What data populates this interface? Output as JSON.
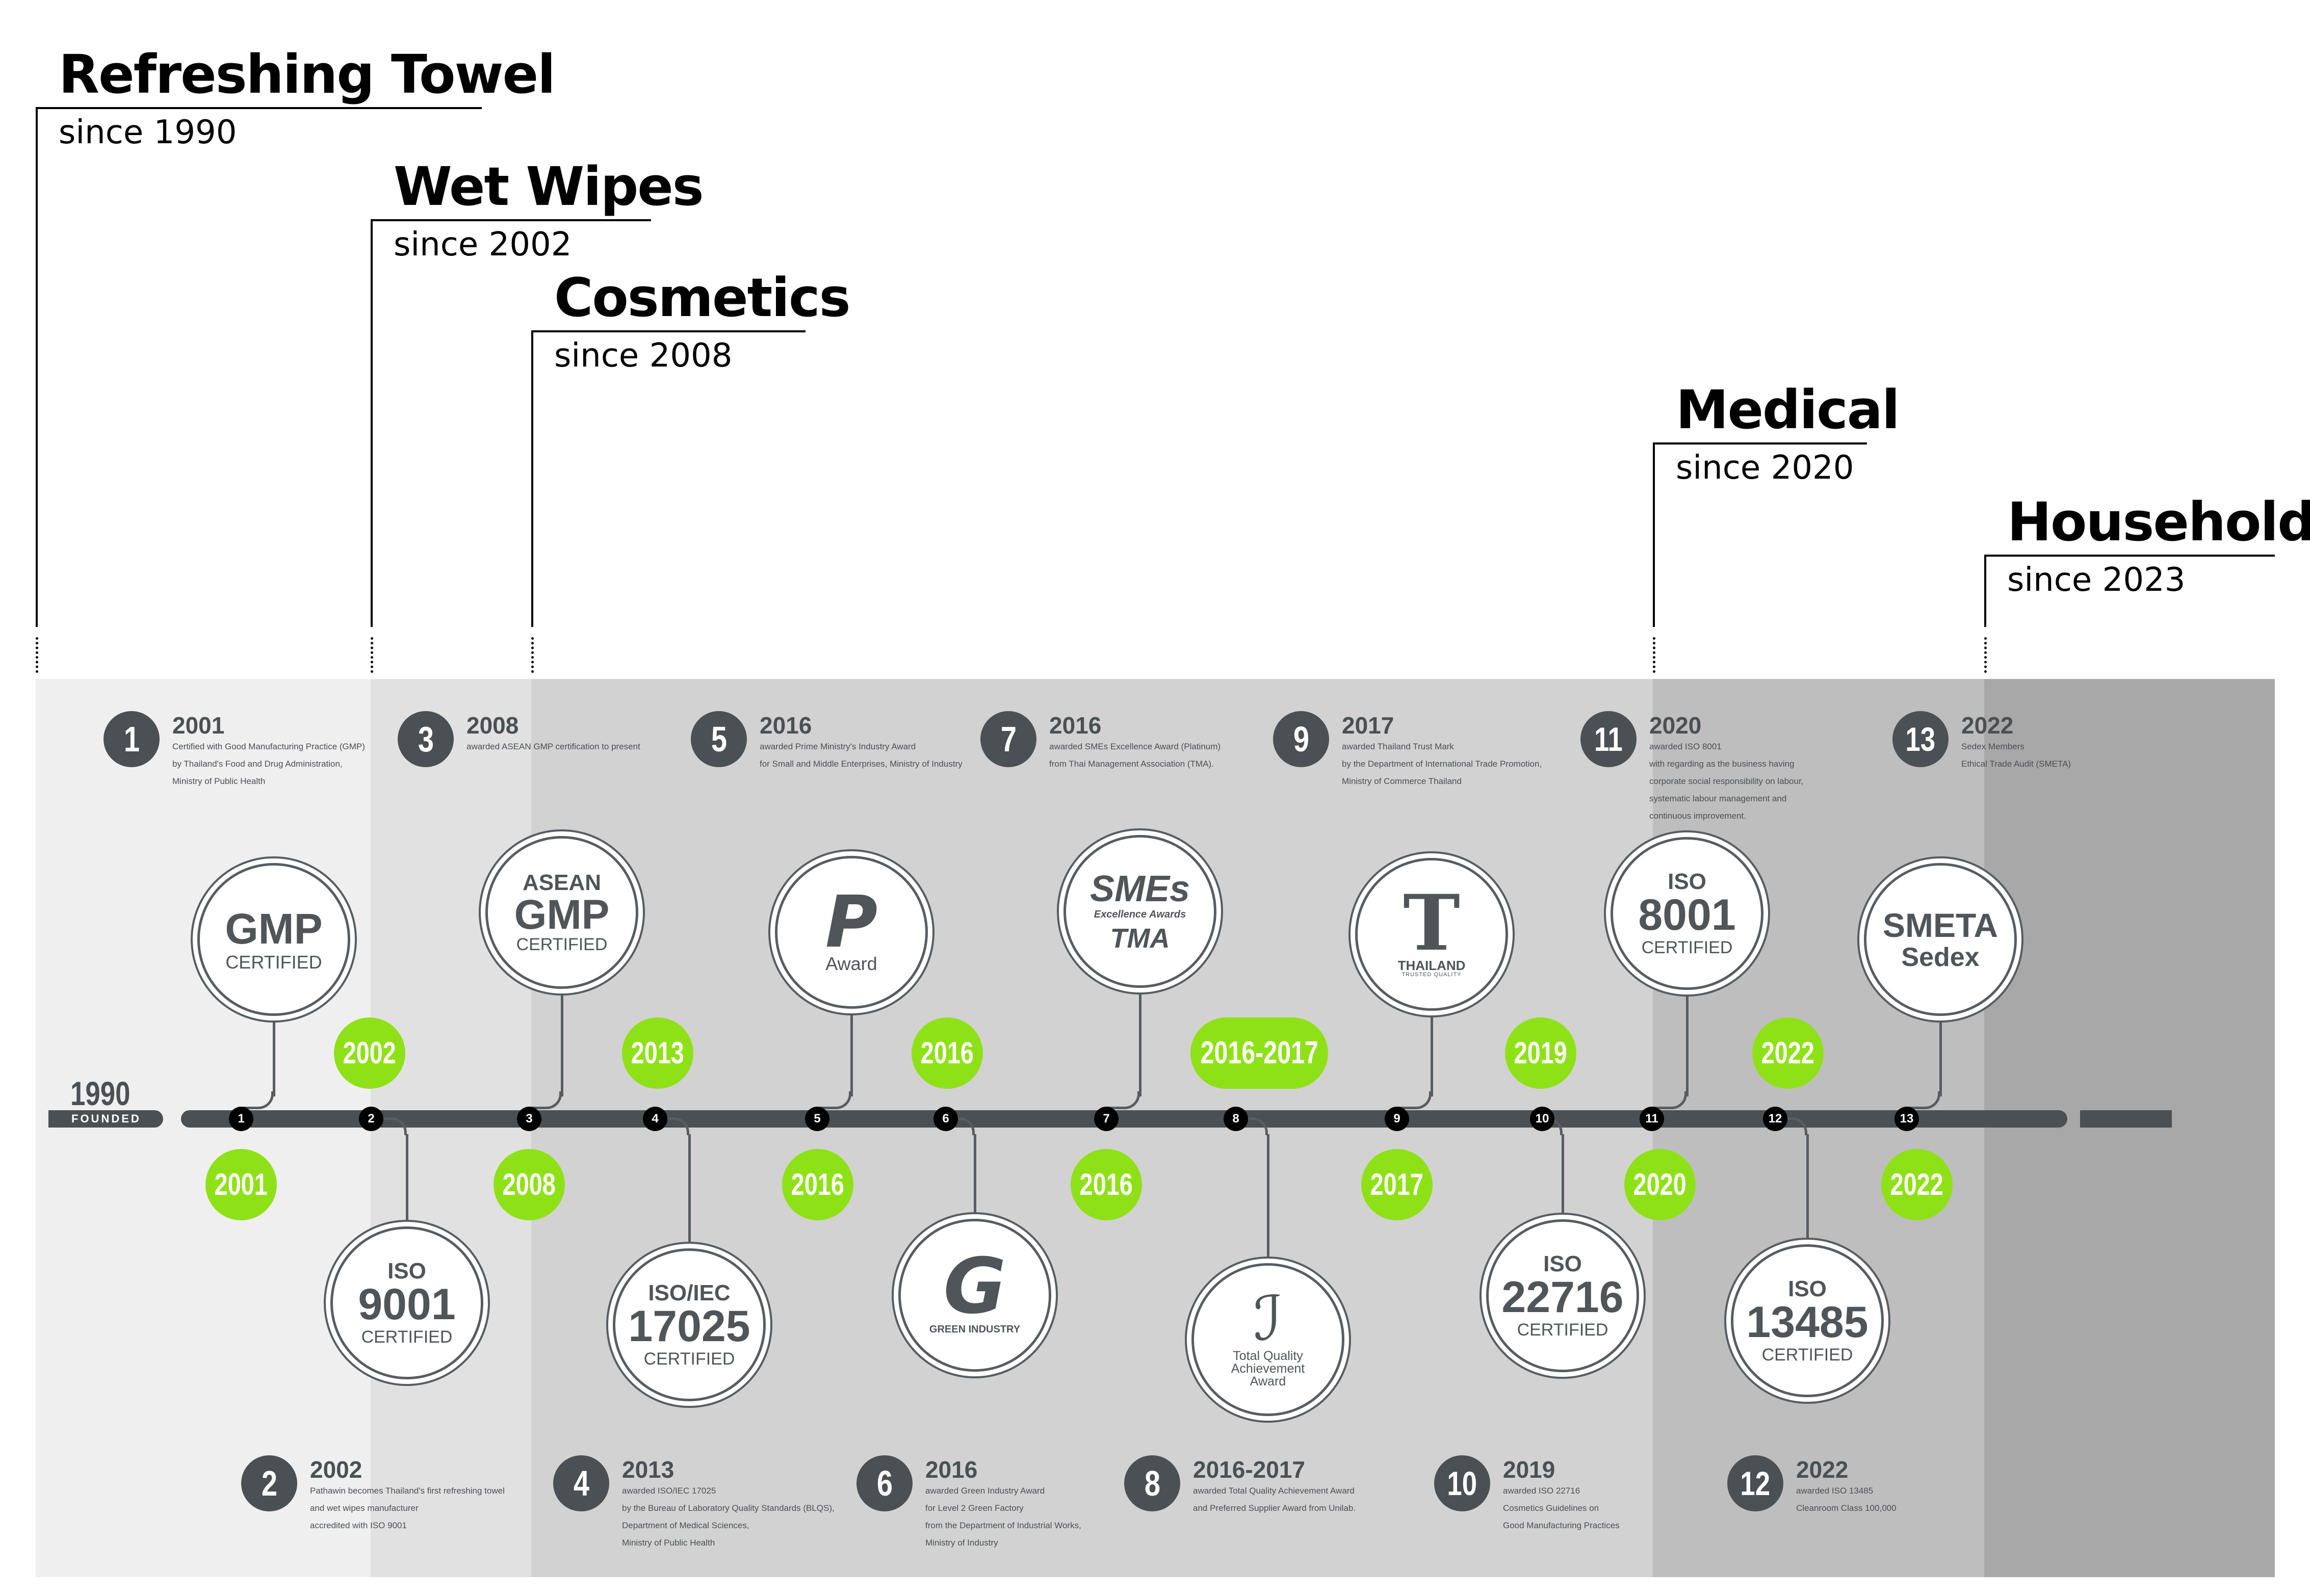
{
  "categories": [
    {
      "title": "Refreshing Towel",
      "since": "since 1990"
    },
    {
      "title": "Wet Wipes",
      "since": "since 2002"
    },
    {
      "title": "Cosmetics",
      "since": "since 2008"
    },
    {
      "title": "Medical",
      "since": "since 2020"
    },
    {
      "title": "Household",
      "since": "since 2023"
    }
  ],
  "start": {
    "year": "1990",
    "label": "FOUNDED"
  },
  "milestones": [
    {
      "num": "1",
      "year": "2001",
      "desc": "Certified with Good Manufacturing Practice (GMP)\nby Thailand's Food and Drug Administration,\nMinistry of Public Health",
      "green": "2001",
      "badge": [
        "GMP",
        "CERTIFIED"
      ]
    },
    {
      "num": "2",
      "year": "2002",
      "desc": "Pathawin becomes Thailand's first refreshing towel\nand wet wipes manufacturer\naccredited with ISO 9001",
      "green": "2002",
      "badge": [
        "ISO",
        "9001",
        "CERTIFIED"
      ]
    },
    {
      "num": "3",
      "year": "2008",
      "desc": "awarded ASEAN GMP certification to present",
      "green": "2008",
      "badge": [
        "ASEAN",
        "GMP",
        "CERTIFIED"
      ]
    },
    {
      "num": "4",
      "year": "2013",
      "desc": "awarded ISO/IEC 17025\nby the Bureau of Laboratory Quality Standards (BLQS),\nDepartment of Medical Sciences,\nMinistry of Public Health",
      "green": "2013",
      "badge": [
        "ISO/IEC",
        "17025",
        "CERTIFIED"
      ]
    },
    {
      "num": "5",
      "year": "2016",
      "desc": "awarded Prime Ministry's Industry Award\nfor Small and Middle Enterprises, Ministry of Industry",
      "green": "2016",
      "badge": [
        "P",
        "Award"
      ]
    },
    {
      "num": "6",
      "year": "2016",
      "desc": "awarded Green Industry Award\nfor Level 2 Green Factory\nfrom the Department of Industrial Works,\nMinistry of Industry",
      "green": "2016",
      "badge": [
        "G",
        "GREEN INDUSTRY"
      ]
    },
    {
      "num": "7",
      "year": "2016",
      "desc": "awarded SMEs Excellence Award (Platinum)\nfrom Thai Management Association (TMA).",
      "green": "2016",
      "badge": [
        "SMEs",
        "Excellence Awards",
        "TMA"
      ]
    },
    {
      "num": "8",
      "year": "2016-2017",
      "desc": "awarded Total Quality Achievement Award\nand Preferred Supplier Award from Unilab.",
      "green": "2016-2017",
      "badge": [
        "Total Quality",
        "Achievement",
        "Award"
      ]
    },
    {
      "num": "9",
      "year": "2017",
      "desc": "awarded Thailand Trust Mark\nby the Department of International Trade Promotion,\nMinistry of Commerce Thailand",
      "green": "2017",
      "badge": [
        "THAILAND",
        "TRUSTED QUALITY"
      ]
    },
    {
      "num": "10",
      "year": "2019",
      "desc": "awarded ISO 22716\nCosmetics Guidelines on\nGood Manufacturing Practices",
      "green": "2019",
      "badge": [
        "ISO",
        "22716",
        "CERTIFIED"
      ]
    },
    {
      "num": "11",
      "year": "2020",
      "desc": "awarded ISO 8001\nwith regarding as the business having\ncorporate social responsibility on labour,\nsystematic labour management and\ncontinuous improvement.",
      "green": "2020",
      "badge": [
        "ISO",
        "8001",
        "CERTIFIED"
      ]
    },
    {
      "num": "12",
      "year": "2022",
      "desc": "awarded ISO 13485\nCleanroom Class 100,000",
      "green": "2022",
      "badge": [
        "ISO",
        "13485",
        "CERTIFIED"
      ]
    },
    {
      "num": "13",
      "year": "2022",
      "desc": "Sedex Members\nEthical Trade Audit (SMETA)",
      "green": "2022",
      "badge": [
        "SMETA",
        "Sedex"
      ]
    }
  ],
  "colors": {
    "accent_green": "#8fe117",
    "dark": "#4a5053",
    "band_1": "#efefef",
    "band_2": "#e1e1e1",
    "band_3": "#d2d2d2",
    "band_4": "#bebebe",
    "band_5": "#a8a8a8"
  }
}
